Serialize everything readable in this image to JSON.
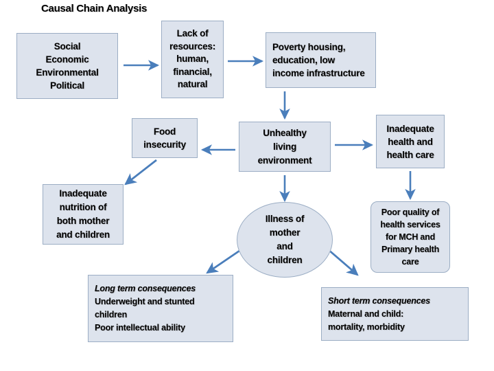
{
  "diagram": {
    "title": "Causal Chain Analysis",
    "palette": {
      "node_fill": "#dde3ed",
      "node_border": "#9badc4",
      "arrow": "#4a7ebb",
      "text": "#000000",
      "background": "#ffffff"
    },
    "nodes": [
      {
        "id": "social",
        "shape": "rectangle",
        "align": "center",
        "lines": [
          "Social",
          "Economic",
          "Environmental",
          "Political"
        ]
      },
      {
        "id": "lack-of-resources",
        "shape": "rectangle",
        "align": "center",
        "lines": [
          "Lack of",
          "resources:",
          "human,",
          "financial,",
          "natural"
        ]
      },
      {
        "id": "poverty",
        "shape": "rectangle",
        "align": "left",
        "lines": [
          "Poverty  housing,",
          "education, low",
          "income infrastructure"
        ]
      },
      {
        "id": "food-insecurity",
        "shape": "rectangle",
        "align": "center",
        "lines": [
          "Food",
          "insecurity"
        ]
      },
      {
        "id": "unhealthy-living-environment",
        "shape": "rectangle",
        "align": "center",
        "lines": [
          "Unhealthy",
          "living",
          "environment"
        ]
      },
      {
        "id": "inadequate-health",
        "shape": "rectangle",
        "align": "center",
        "lines": [
          "Inadequate",
          "health and",
          "health care"
        ]
      },
      {
        "id": "inadequate-nutrition",
        "shape": "rectangle",
        "align": "center",
        "lines": [
          "Inadequate",
          "nutrition of",
          "both mother",
          "and children"
        ]
      },
      {
        "id": "illness",
        "shape": "ellipse",
        "align": "center",
        "lines": [
          "Illness of",
          "mother",
          "and",
          "children"
        ]
      },
      {
        "id": "poor-quality-services",
        "shape": "rounded-rectangle",
        "align": "center",
        "lines": [
          "Poor quality of",
          "health services",
          "for MCH and",
          "Primary health",
          "care"
        ]
      },
      {
        "id": "long-term-consequences",
        "shape": "rectangle",
        "align": "left",
        "heading": "Long term consequences",
        "lines": [
          "Underweight and stunted",
          "children",
          "Poor intellectual ability"
        ]
      },
      {
        "id": "short-term-consequences",
        "shape": "rectangle",
        "align": "left",
        "heading": "Short term consequences",
        "lines": [
          "Maternal and child:",
          "mortality, morbidity"
        ]
      }
    ],
    "edges": [
      {
        "from": "social",
        "to": "lack-of-resources",
        "style": "arrow-right"
      },
      {
        "from": "lack-of-resources",
        "to": "poverty",
        "style": "arrow-right"
      },
      {
        "from": "poverty",
        "to": "unhealthy-living-environment",
        "style": "arrow-down"
      },
      {
        "from": "unhealthy-living-environment",
        "to": "food-insecurity",
        "style": "arrow-left"
      },
      {
        "from": "unhealthy-living-environment",
        "to": "inadequate-health",
        "style": "arrow-right"
      },
      {
        "from": "unhealthy-living-environment",
        "to": "illness",
        "style": "arrow-down"
      },
      {
        "from": "food-insecurity",
        "to": "inadequate-nutrition",
        "style": "arrow-diagonal-down-left"
      },
      {
        "from": "inadequate-health",
        "to": "poor-quality-services",
        "style": "arrow-down"
      },
      {
        "from": "illness",
        "to": "long-term-consequences",
        "style": "arrow-diagonal-down-left"
      },
      {
        "from": "illness",
        "to": "short-term-consequences",
        "style": "arrow-diagonal-down-right"
      }
    ]
  },
  "nodes_text": {
    "social": {
      "l0": "Social",
      "l1": "Economic",
      "l2": "Environmental",
      "l3": "Political"
    },
    "lack": {
      "l0": "Lack of",
      "l1": "resources:",
      "l2": "human,",
      "l3": "financial,",
      "l4": "natural"
    },
    "poverty": {
      "l0": "Poverty  housing,",
      "l1": "education, low",
      "l2": "income infrastructure"
    },
    "food": {
      "l0": "Food",
      "l1": "insecurity"
    },
    "unhealthy": {
      "l0": "Unhealthy",
      "l1": "living",
      "l2": "environment"
    },
    "inadhealth": {
      "l0": "Inadequate",
      "l1": "health and",
      "l2": "health care"
    },
    "nutrition": {
      "l0": "Inadequate",
      "l1": "nutrition of",
      "l2": "both mother",
      "l3": "and children"
    },
    "illness": {
      "l0": "Illness of",
      "l1": "mother",
      "l2": "and",
      "l3": "children"
    },
    "poorquality": {
      "l0": "Poor quality of",
      "l1": "health services",
      "l2": "for MCH and",
      "l3": "Primary health",
      "l4": "care"
    },
    "longterm": {
      "h": "Long term consequences",
      "l0": "Underweight and stunted",
      "l1": "children",
      "l2": "Poor intellectual ability"
    },
    "shortterm": {
      "h": "Short term consequences",
      "l0": "Maternal and child:",
      "l1": "mortality, morbidity"
    }
  }
}
